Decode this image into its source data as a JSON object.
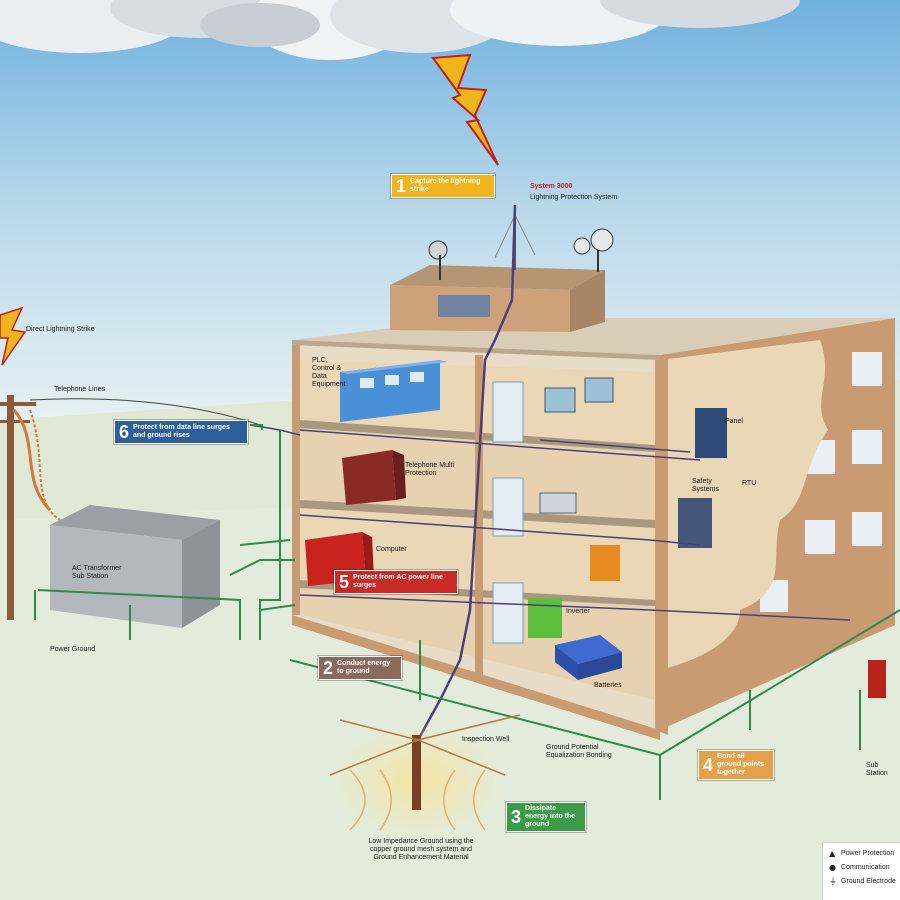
{
  "colors": {
    "sky_top": "#6fb1de",
    "sky_bottom": "#e8f2f6",
    "ground": "#dfe9d6",
    "building_wall": "#c99b72",
    "building_floor": "#ead7b5",
    "ground_wire": "#2f8a4b",
    "signal_wire": "#4c3f7a",
    "lightning": "#f0b41c",
    "step1": "#f0b41c",
    "step2": "#8a6a5c",
    "step3": "#3c9a48",
    "step4": "#e6a04a",
    "step5": "#c82a26",
    "step6": "#2f5f9a"
  },
  "callouts": [
    {
      "key": "capture",
      "number": "1",
      "text": "Capture the lightning strike",
      "color": "#f0b41c"
    },
    {
      "key": "conduct",
      "number": "2",
      "text": "Conduct energy to ground",
      "color": "#8a6a5c"
    },
    {
      "key": "dissipate",
      "number": "3",
      "text": "Dissipate energy into the ground",
      "color": "#3c9a48"
    },
    {
      "key": "bond",
      "number": "4",
      "text": "Bond all ground points together",
      "color": "#e6a04a"
    },
    {
      "key": "protect_power",
      "number": "5",
      "text": "Protect from AC power line surges",
      "color": "#c82a26"
    },
    {
      "key": "protect_data",
      "number": "6",
      "text": "Protect from data line surges and ground rises",
      "color": "#2f5f9a"
    }
  ],
  "labels": {
    "system": "System 3000",
    "system_sub": "Lightning Protection System",
    "direct_strike": "Direct Lightning Strike",
    "telephone": "Telephone Lines",
    "transformer": "AC Transformer Sub Station",
    "power_ground": "Power Ground",
    "inspection_well": "Inspection Well",
    "ground_bonding": "Ground Potential Equalization Bonding",
    "low_impedance": "Low Impedance Ground using the copper ground mesh system and Ground Enhancement Material",
    "plc": "PLC, Control & Data Equipment",
    "telephone_multi": "Telephone Multi Protection",
    "computer": "Computer",
    "inverter": "Inverter",
    "batteries": "Batteries",
    "safety": "Safety Systems",
    "rtu": "RTU",
    "panel": "Panel",
    "sub_station": "Sub Station"
  },
  "legend": [
    {
      "symbol": "▲",
      "text": "Power Protection"
    },
    {
      "symbol": "●",
      "text": "Communication"
    },
    {
      "symbol": "⏚",
      "text": "Ground Electrode"
    }
  ]
}
